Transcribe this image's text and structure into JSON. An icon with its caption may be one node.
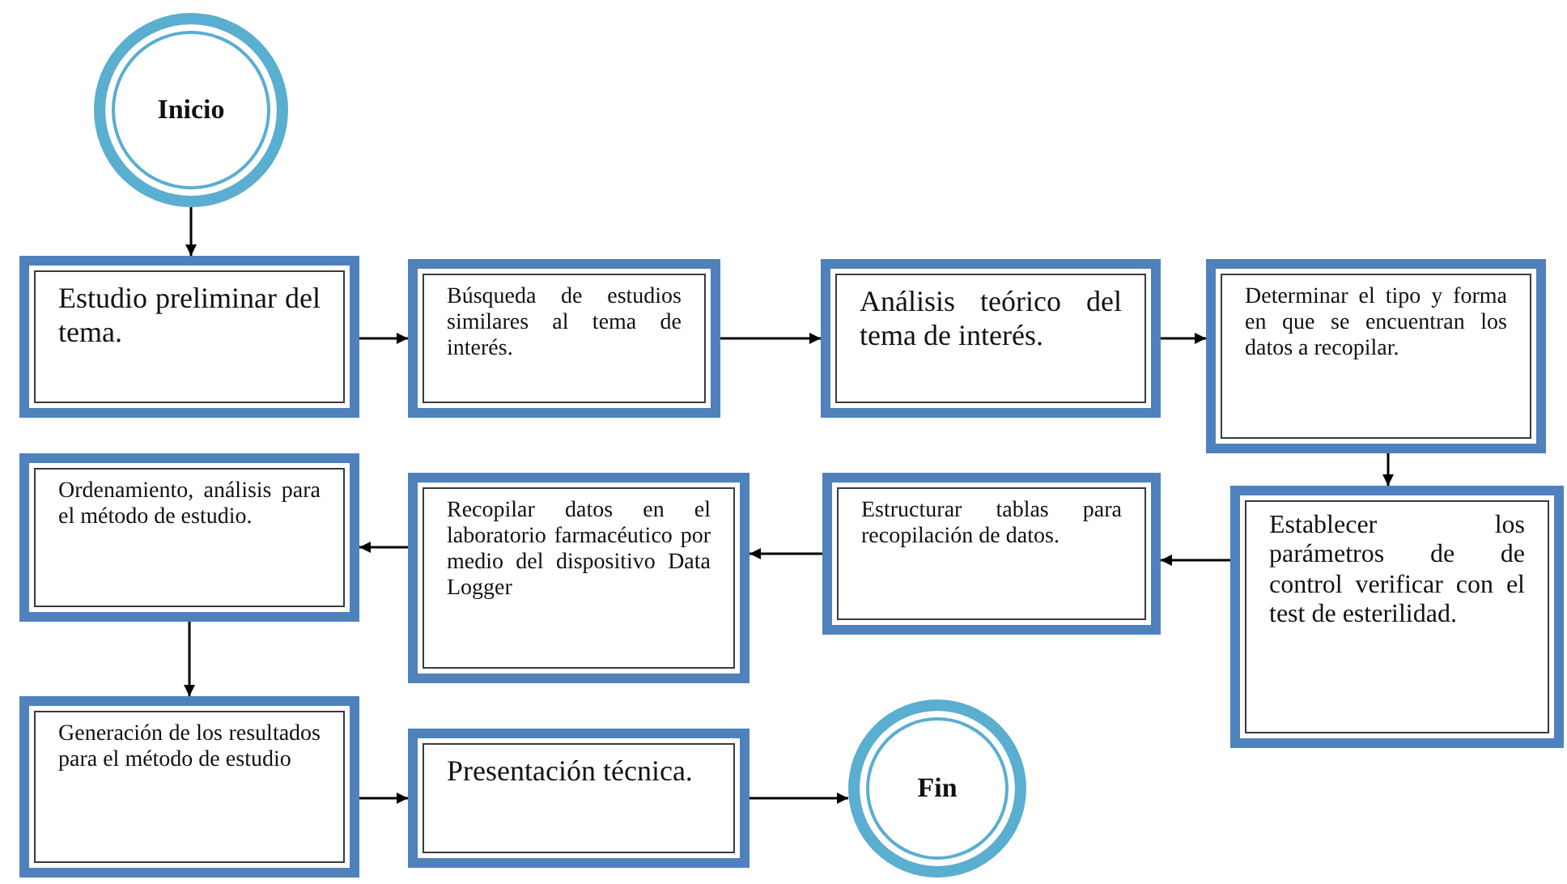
{
  "diagram": {
    "nodes": [
      {
        "text": [
          "Inicio"
        ]
      },
      {
        "text": [
          "Estudio preliminar del tema."
        ]
      },
      {
        "text": [
          "Búsqueda de estudios similares al tema de interés."
        ]
      },
      {
        "text": [
          "Análisis teórico del tema de interés."
        ]
      },
      {
        "text": [
          "Determinar el tipo y forma en que se encuentran los datos a recopilar."
        ]
      },
      {
        "text": [
          "Establecer los parámetros de de control verificar con el test de esterilidad."
        ]
      },
      {
        "text": [
          "Estructurar tablas para recopilación de datos."
        ]
      },
      {
        "text": [
          "Recopilar datos en el laboratorio farmacéutico por medio del dispositivo Data Logger"
        ]
      },
      {
        "text": [
          "Ordenamiento, análisis para el método de estudio."
        ]
      },
      {
        "text": [
          "Generación de los resultados para el método de estudio"
        ]
      },
      {
        "text": [
          "Presentación técnica."
        ]
      },
      {
        "text": [
          "Fin"
        ]
      }
    ],
    "edges": [
      {
        "from": 0,
        "to": 1,
        "arrow": "to"
      },
      {
        "from": 1,
        "to": 2,
        "arrow": "to"
      },
      {
        "from": 2,
        "to": 3,
        "arrow": "to"
      },
      {
        "from": 3,
        "to": 4,
        "arrow": "to"
      },
      {
        "from": 4,
        "to": 5,
        "arrow": "to"
      },
      {
        "from": 5,
        "to": 6,
        "arrow": "to"
      },
      {
        "from": 6,
        "to": 7,
        "arrow": "to"
      },
      {
        "from": 7,
        "to": 8,
        "arrow": "to"
      },
      {
        "from": 8,
        "to": 9,
        "arrow": "to"
      },
      {
        "from": 9,
        "to": 10,
        "arrow": "to"
      },
      {
        "from": 10,
        "to": 11,
        "arrow": "to"
      }
    ]
  }
}
